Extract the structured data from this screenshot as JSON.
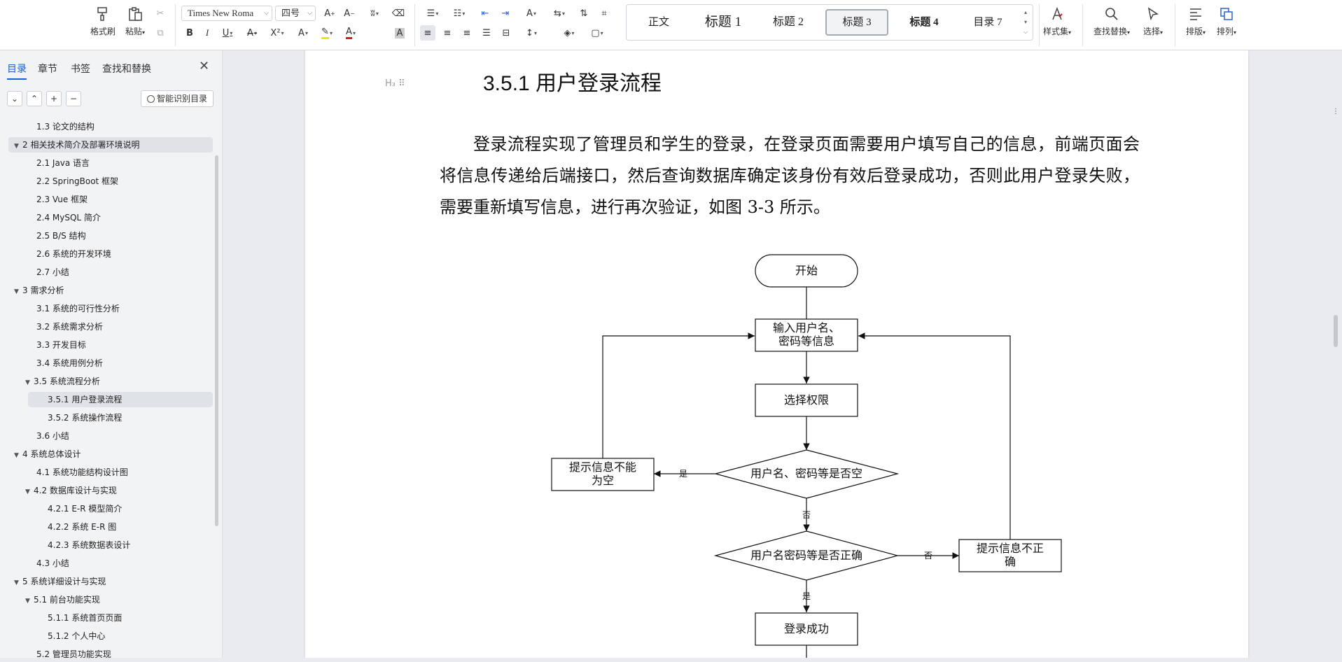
{
  "ribbon": {
    "format_brush": "格式刷",
    "paste": "粘贴",
    "font_name": "Times New Roma",
    "font_size": "四号",
    "styles": [
      "正文",
      "标题 1",
      "标题 2",
      "标题 3",
      "标题 4",
      "目录 7"
    ],
    "selected_style": "标题 3",
    "style_set": "样式集",
    "find_replace": "查找替换",
    "select": "选择",
    "arrange": "排版",
    "sort": "排列"
  },
  "sidebar": {
    "tabs": [
      "目录",
      "章节",
      "书签",
      "查找和替换"
    ],
    "active_tab": "目录",
    "smart_toc": "智能识别目录",
    "toc": [
      {
        "label": "1.3 论文的结构",
        "level": 2
      },
      {
        "label": "2  相关技术简介及部署环境说明",
        "level": 1,
        "expanded": true,
        "highlight": true
      },
      {
        "label": "2.1 Java 语言",
        "level": 2
      },
      {
        "label": "2.2 SpringBoot 框架",
        "level": 2
      },
      {
        "label": "2.3 Vue 框架",
        "level": 2
      },
      {
        "label": "2.4 MySQL 简介",
        "level": 2
      },
      {
        "label": "2.5 B/S 结构",
        "level": 2
      },
      {
        "label": "2.6 系统的开发环境",
        "level": 2
      },
      {
        "label": "2.7 小结",
        "level": 2
      },
      {
        "label": "3  需求分析",
        "level": 1,
        "expanded": true
      },
      {
        "label": "3.1 系统的可行性分析",
        "level": 2
      },
      {
        "label": "3.2 系统需求分析",
        "level": 2
      },
      {
        "label": "3.3 开发目标",
        "level": 2
      },
      {
        "label": "3.4  系统用例分析",
        "level": 2
      },
      {
        "label": "3.5 系统流程分析",
        "level": 2,
        "expanded": true
      },
      {
        "label": "3.5.1  用户登录流程",
        "level": 3,
        "highlight": true
      },
      {
        "label": "3.5.2  系统操作流程",
        "level": 3
      },
      {
        "label": "3.6 小结",
        "level": 2
      },
      {
        "label": "4  系统总体设计",
        "level": 1,
        "expanded": true
      },
      {
        "label": "4.1 系统功能结构设计图",
        "level": 2
      },
      {
        "label": "4.2  数据库设计与实现",
        "level": 2,
        "expanded": true
      },
      {
        "label": "4.2.1    E-R 模型简介",
        "level": 3
      },
      {
        "label": "4.2.2    系统 E-R 图",
        "level": 3
      },
      {
        "label": "4.2.3  系统数据表设计",
        "level": 3
      },
      {
        "label": "4.3 小结",
        "level": 2
      },
      {
        "label": "5  系统详细设计与实现",
        "level": 1,
        "expanded": true
      },
      {
        "label": "5.1 前台功能实现",
        "level": 2,
        "expanded": true
      },
      {
        "label": "5.1.1 系统首页页面",
        "level": 3
      },
      {
        "label": "5.1.2 个人中心",
        "level": 3
      },
      {
        "label": "5.2 管理员功能实现",
        "level": 2
      }
    ]
  },
  "document": {
    "heading": "3.5.1  用户登录流程",
    "body": "登录流程实现了管理员和学生的登录，在登录页面需要用户填写自己的信息，前端页面会将信息传递给后端接口，然后查询数据库确定该身份有效后登录成功，否则此用户登录失败，需要重新填写信息，进行再次验证，如图 3-3 所示。",
    "flowchart": {
      "start": "开始",
      "input_line1": "输入用户名、",
      "input_line2": "密码等信息",
      "choose": "选择权限",
      "decision_empty": "用户名、密码等是否空",
      "empty_msg_line1": "提示信息不能",
      "empty_msg_line2": "为空",
      "decision_correct": "用户名密码等是否正确",
      "wrong_msg_line1": "提示信息不正",
      "wrong_msg_line2": "确",
      "success": "登录成功",
      "yes": "是",
      "no": "否"
    }
  }
}
